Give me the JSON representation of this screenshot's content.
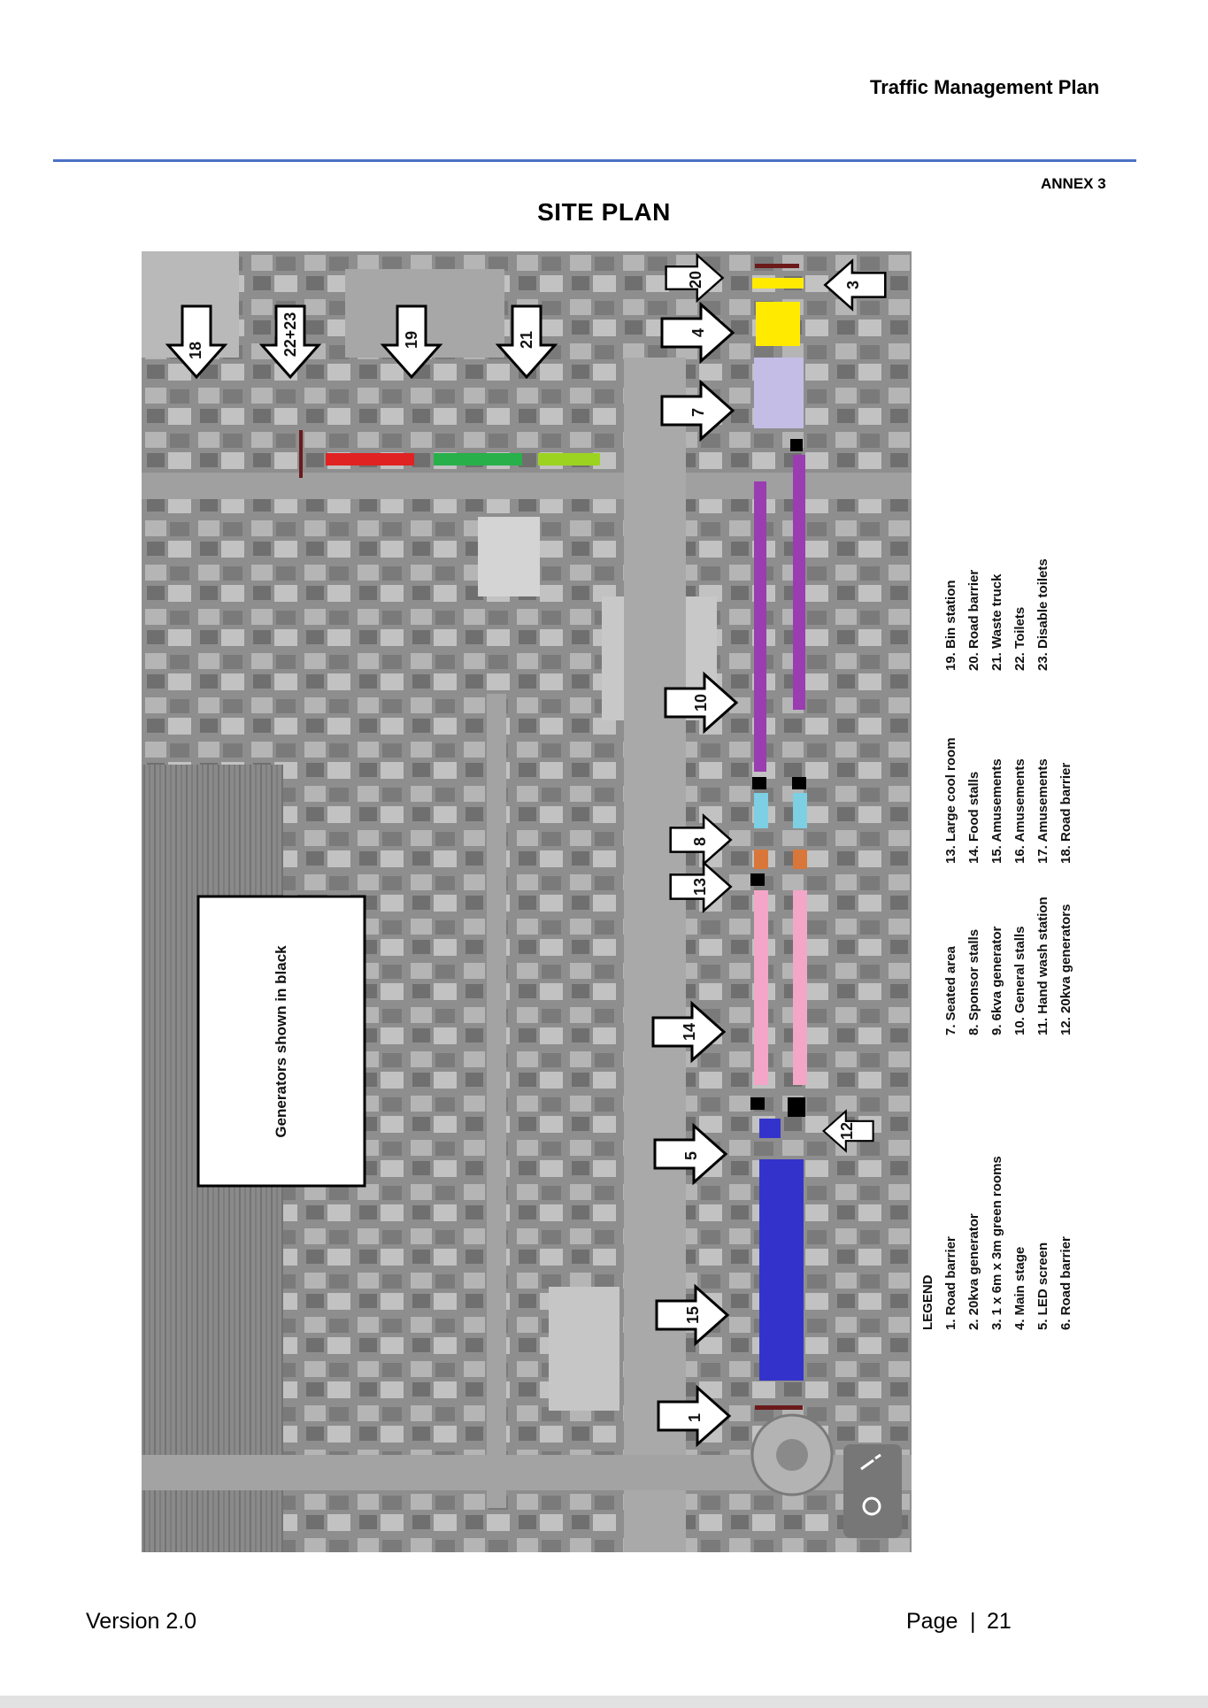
{
  "header": {
    "doc_title": "Traffic Management Plan",
    "annex": "ANNEX 3",
    "page_title": "SITE PLAN"
  },
  "map": {
    "note_box": "Generators shown in black",
    "arrow_labels": {
      "a18": "18",
      "a22_23": "22+23",
      "a19": "19",
      "a21": "21",
      "a20": "20",
      "a4": "4",
      "a7": "7",
      "a3": "3",
      "a10": "10",
      "a8": "8",
      "a13": "13",
      "a14": "14",
      "a5": "5",
      "a12": "12",
      "a15": "15",
      "a1": "1"
    },
    "zone_colors": {
      "road_barrier": "#6b1a1a",
      "red": "#e02222",
      "green": "#28b04a",
      "lime": "#9cd321",
      "yellow": "#ffea00",
      "lavender": "#c4bde6",
      "purple": "#9a3db0",
      "cyan": "#7dcfe3",
      "orange": "#d9773a",
      "pink": "#f4a6c8",
      "blue": "#3333cc",
      "generator": "#000000"
    }
  },
  "legend": {
    "heading": "LEGEND",
    "col1": [
      "1. Road barrier",
      "2. 20kva generator",
      "3. 1 x 6m x 3m green rooms",
      "4. Main stage",
      "5. LED screen",
      "6. Road barrier"
    ],
    "col2": [
      "7. Seated area",
      "8. Sponsor stalls",
      "9. 6kva generator",
      "10. General stalls",
      "11. Hand wash station",
      "12. 20kva generators"
    ],
    "col3": [
      "13. Large cool room",
      "14. Food stalls",
      "15. Amusements",
      "16. Amusements",
      "17. Amusements",
      "18. Road barrier"
    ],
    "col4": [
      "19. Bin station",
      "20. Road barrier",
      "21. Waste truck",
      "22. Toilets",
      "23. Disable toilets"
    ]
  },
  "footer": {
    "version": "Version 2.0",
    "page_label": "Page",
    "separator": "|",
    "page_number": "21"
  }
}
